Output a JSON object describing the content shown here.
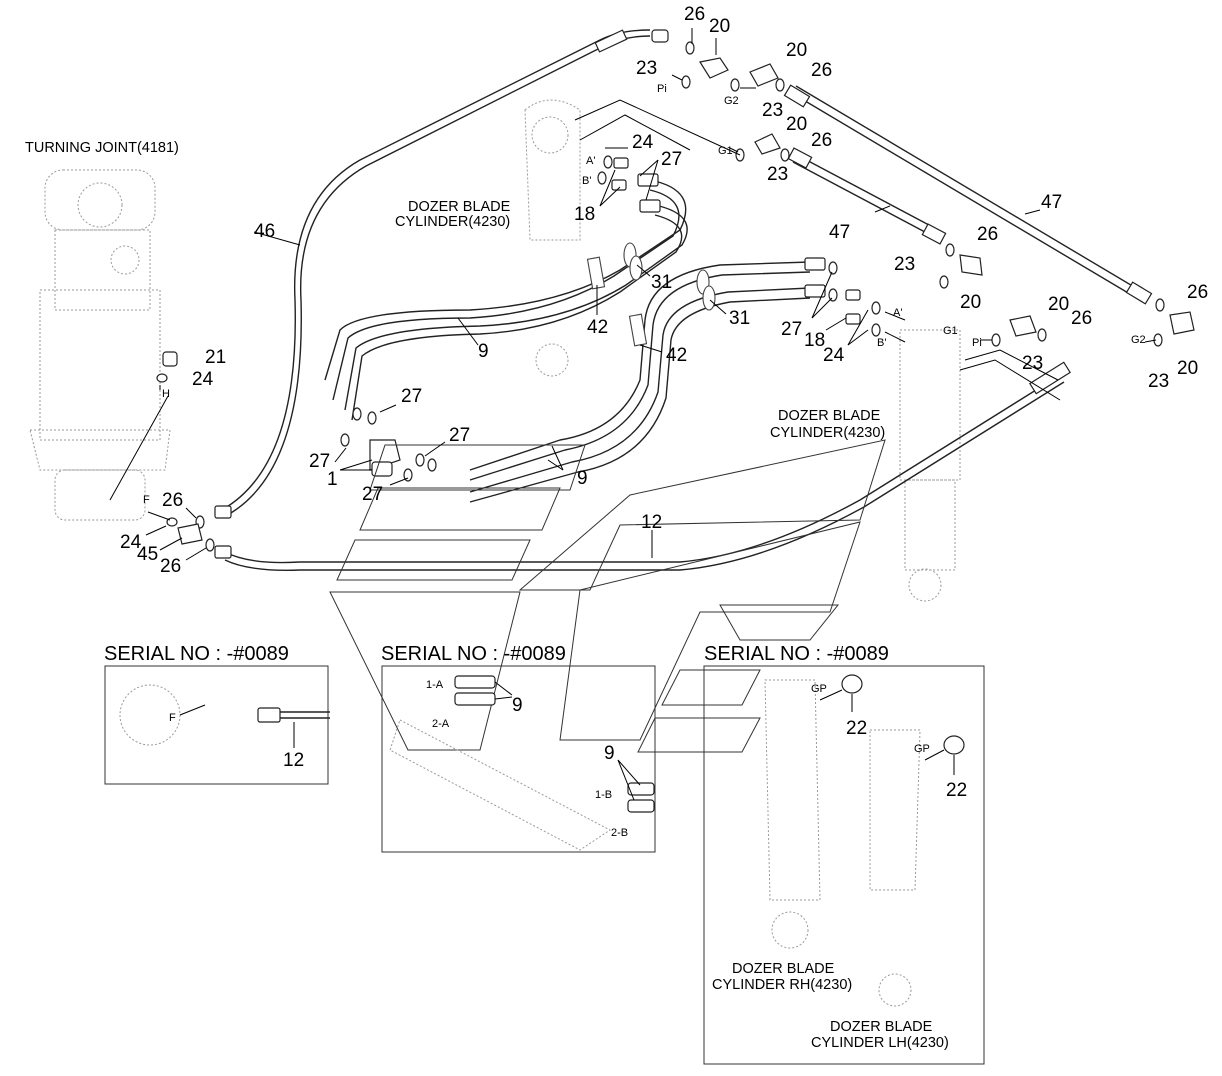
{
  "diagram": {
    "labels": {
      "turning_joint": "TURNING JOINT(4181)",
      "dozer_blade_cyl_1_line1": "DOZER BLADE",
      "dozer_blade_cyl_1_line2": "CYLINDER(4230)",
      "dozer_blade_cyl_2_line1": "DOZER BLADE",
      "dozer_blade_cyl_2_line2": "CYLINDER(4230)",
      "cyl_rh_line1": "DOZER BLADE",
      "cyl_rh_line2": "CYLINDER RH(4230)",
      "cyl_lh_line1": "DOZER BLADE",
      "cyl_lh_line2": "CYLINDER LH(4230)"
    },
    "serials": [
      "SERIAL NO : -#0089",
      "SERIAL NO : -#0089",
      "SERIAL NO : -#0089"
    ],
    "ports": {
      "pi_top": "Pi",
      "g2_top": "G2",
      "g1_top": "G1",
      "a_prime_top": "A'",
      "b_prime_top": "B'",
      "a_prime_right": "A'",
      "b_prime_right": "B'",
      "g1_right": "G1",
      "pi_right": "Pi",
      "g2_right": "G2",
      "h": "H",
      "f": "F",
      "f_inset": "F",
      "one_a": "1-A",
      "two_a": "2-A",
      "one_b": "1-B",
      "two_b": "2-B",
      "gp_1": "GP",
      "gp_2": "GP"
    },
    "part_numbers": {
      "n26a": "26",
      "n20a": "20",
      "n23a": "23",
      "n20b": "20",
      "n26b": "26",
      "n23b": "23",
      "n20c": "20",
      "n26c": "26",
      "n23c": "23",
      "n24a": "24",
      "n27a": "27",
      "n18a": "18",
      "n46": "46",
      "n47a": "47",
      "n47b": "47",
      "n26d": "26",
      "n20d": "20",
      "n23d": "23",
      "n31a": "31",
      "n31b": "31",
      "n42a": "42",
      "n42b": "42",
      "n9a": "9",
      "n9b": "9",
      "n27b": "27",
      "n18b": "18",
      "n24b": "24",
      "n20e": "20",
      "n26e": "26",
      "n23e": "23",
      "n26f": "26",
      "n20f": "20",
      "n23f": "23",
      "n21": "21",
      "n24c": "24",
      "n27c": "27",
      "n27d": "27",
      "n27e": "27",
      "n27f": "27",
      "n1": "1",
      "n26g": "26",
      "n24d": "24",
      "n45": "45",
      "n26h": "26",
      "n12": "12",
      "n12_inset": "12",
      "n9_inset_a": "9",
      "n9_inset_b": "9",
      "n22a": "22",
      "n22b": "22"
    }
  }
}
